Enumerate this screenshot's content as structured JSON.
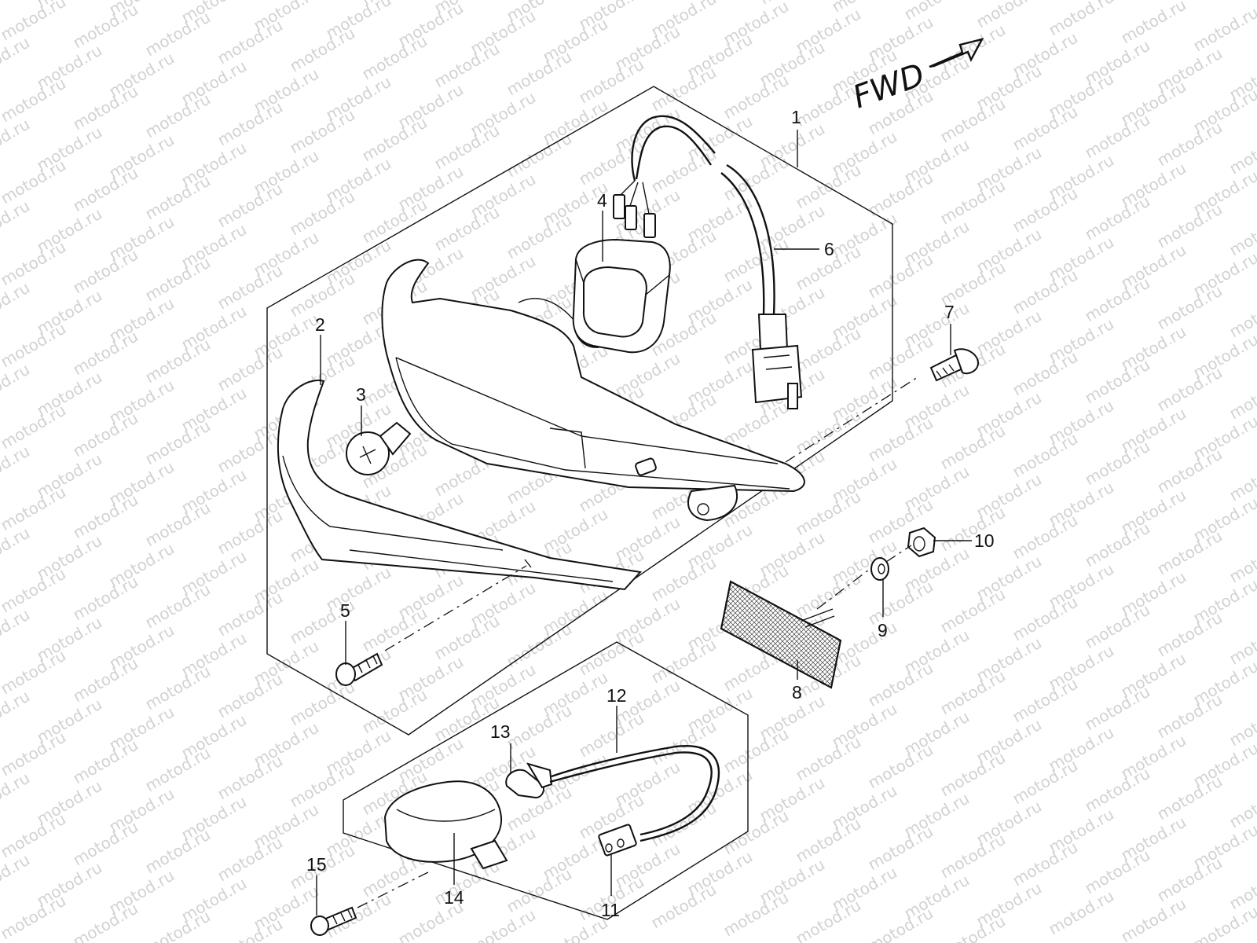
{
  "watermark": "motod.ru",
  "direction_label": "FWD",
  "callouts": [
    "1",
    "2",
    "3",
    "4",
    "5",
    "6",
    "7",
    "8",
    "9",
    "10",
    "11",
    "12",
    "13",
    "14",
    "15"
  ],
  "colors": {
    "line": "#111111",
    "watermark": "#d2d2d2",
    "background": "#ffffff"
  }
}
